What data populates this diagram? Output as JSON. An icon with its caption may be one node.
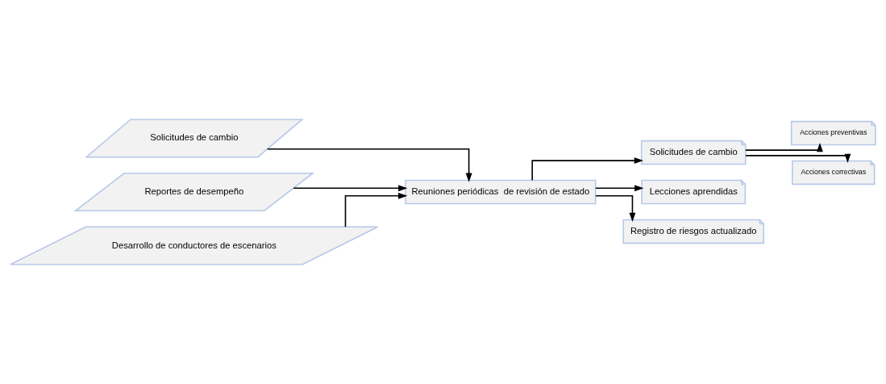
{
  "diagram": {
    "nodes": [
      {
        "text": [
          "Solicitudes de cambio"
        ]
      },
      {
        "text": [
          "Reportes de desempeño"
        ]
      },
      {
        "text": [
          "Desarrollo de conductores de escenarios"
        ]
      },
      {
        "text": [
          "Reuniones periódicas  de revisión de estado"
        ]
      },
      {
        "text": [
          "Solicitudes de cambio"
        ]
      },
      {
        "text": [
          "Lecciones aprendidas"
        ]
      },
      {
        "text": [
          "Registro de riesgos actualizado"
        ]
      },
      {
        "text": [
          "Acciones preventivas"
        ]
      },
      {
        "text": [
          "Acciones correctivas"
        ]
      }
    ],
    "edges": [
      {
        "from": 0,
        "to": 3,
        "arrow": "to"
      },
      {
        "from": 1,
        "to": 3,
        "arrow": "to"
      },
      {
        "from": 2,
        "to": 3,
        "arrow": "to"
      },
      {
        "from": 3,
        "to": 4,
        "arrow": "to"
      },
      {
        "from": 3,
        "to": 5,
        "arrow": "to"
      },
      {
        "from": 3,
        "to": 6,
        "arrow": "to"
      },
      {
        "from": 4,
        "to": 7,
        "arrow": "to"
      },
      {
        "from": 4,
        "to": 8,
        "arrow": "to"
      }
    ]
  }
}
